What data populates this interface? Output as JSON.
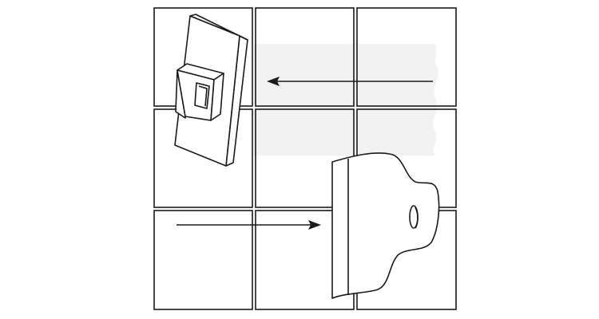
{
  "diagram": {
    "grid": {
      "rows": 3,
      "columns": 3
    },
    "arrows": [
      {
        "direction": "left",
        "row": 1
      },
      {
        "direction": "right",
        "row": 3
      }
    ],
    "colors": {
      "stroke": "#1a1a1a",
      "band": "#f2f2f2",
      "background": "#ffffff"
    }
  }
}
